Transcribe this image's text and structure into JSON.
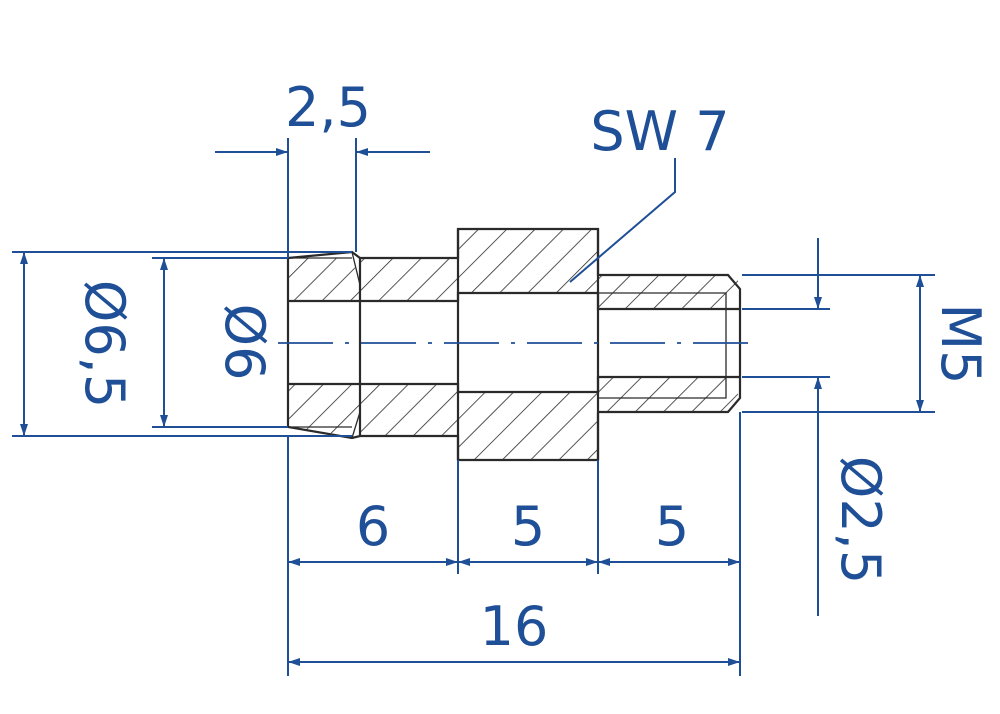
{
  "dimensions": {
    "top_width": "2,5",
    "wrench_size": "SW 7",
    "outer_diameter": "Ø6,5",
    "inner_diameter": "Ø6",
    "thread": "M5",
    "bore_diameter": "Ø2,5",
    "segment_1": "6",
    "segment_2": "5",
    "segment_3": "5",
    "total_length": "16"
  },
  "colors": {
    "dimension": "#1f4f96",
    "outline": "#2a2a2a"
  }
}
